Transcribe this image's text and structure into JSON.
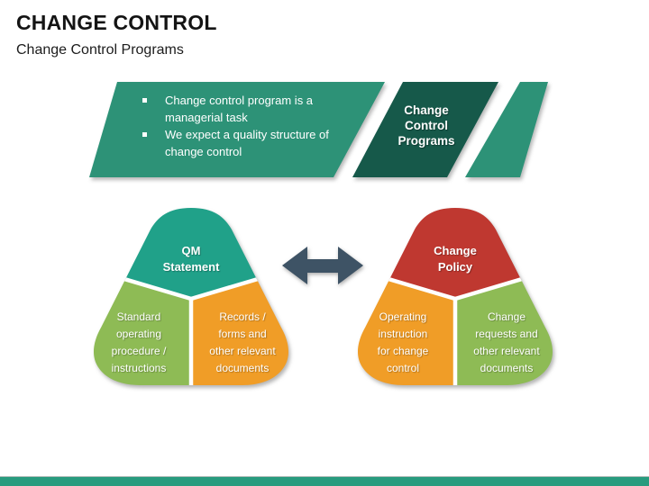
{
  "header": {
    "title": "CHANGE CONTROL",
    "subtitle": "Change Control Programs"
  },
  "banner": {
    "bullets": [
      {
        "text": "Change control program is a\nmanagerial task"
      },
      {
        "text": "We expect a quality structure of\nchange control"
      }
    ],
    "label": "Change\nControl\nPrograms",
    "colors": {
      "main": "#2D9277",
      "label_bg": "#16594A",
      "accent": "#2D9277"
    }
  },
  "diagrams": {
    "left": {
      "top": {
        "label": "QM\nStatement",
        "color": "#20A189"
      },
      "bottom_left": {
        "label": "Standard\noperating\nprocedure /\ninstructions",
        "color": "#8EBB55"
      },
      "bottom_right": {
        "label": "Records /\nforms and\nother relevant\ndocuments",
        "color": "#F09D27"
      }
    },
    "right": {
      "top": {
        "label": "Change\nPolicy",
        "color": "#BF3830"
      },
      "bottom_left": {
        "label": "Operating\ninstruction\nfor change\ncontrol",
        "color": "#F09D27"
      },
      "bottom_right": {
        "label": "Change\nrequests and\nother relevant\ndocuments",
        "color": "#8EBB55"
      }
    },
    "arrow_color": "#3E5365"
  },
  "footer": {
    "bar_color": "#289B7E",
    "line_color": "#B2BDB9"
  }
}
